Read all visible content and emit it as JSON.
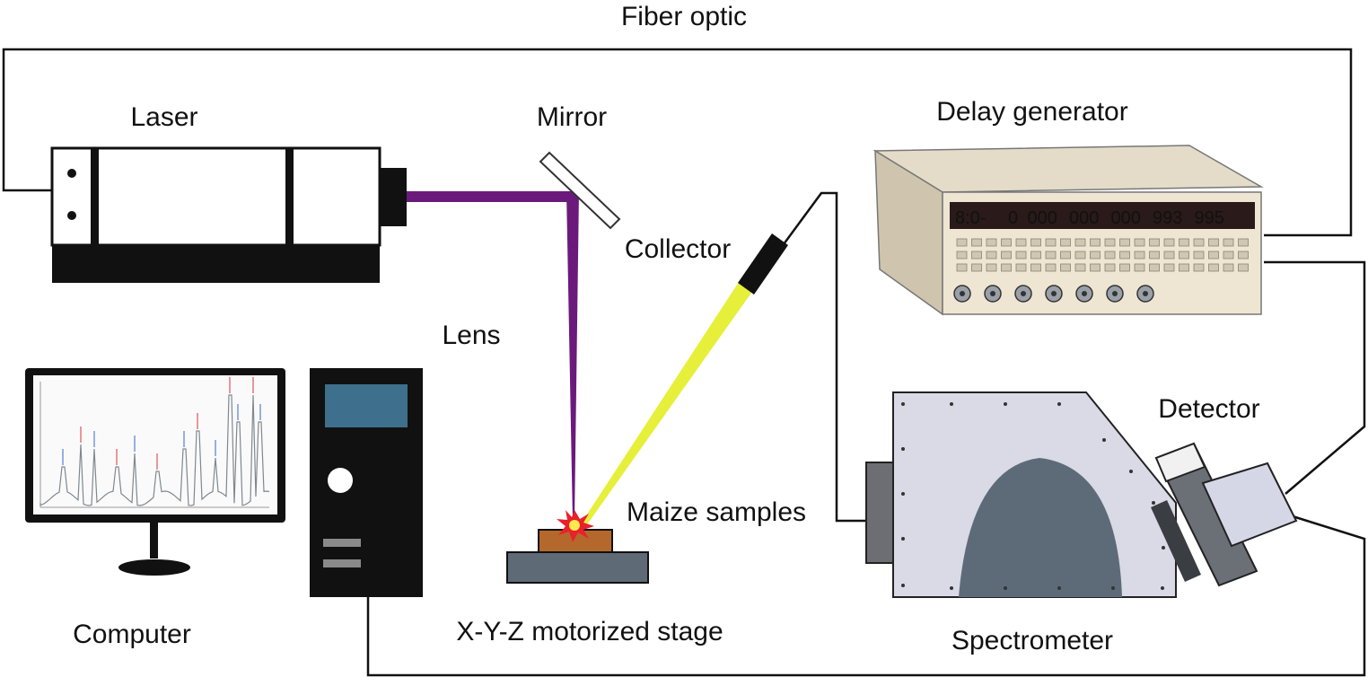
{
  "labels": {
    "fiber_optic": "Fiber optic",
    "laser": "Laser",
    "mirror": "Mirror",
    "delay_generator": "Delay generator",
    "collector": "Collector",
    "lens": "Lens",
    "detector": "Detector",
    "maize_samples": "Maize samples",
    "computer": "Computer",
    "stage": "X-Y-Z motorized stage",
    "spectrometer": "Spectrometer"
  },
  "delay_display": {
    "digits": [
      "8:0-",
      "0",
      "000",
      "000",
      "000",
      "993",
      "995"
    ]
  },
  "colors": {
    "laser_beam": "#6b1a7c",
    "plasma_light": "#e6ef3a",
    "sample": "#b5682c",
    "stage": "#5e6a75",
    "spectrometer_body": "#d9dae6",
    "grating": "#5d6b79",
    "screen": "#3e6f8c",
    "display_led": "#e0213a"
  },
  "icons": {
    "laser": "laser-box-icon",
    "mirror": "mirror-icon",
    "computer": "monitor-icon",
    "tower": "pc-tower-icon",
    "spark": "plasma-spark-icon"
  }
}
